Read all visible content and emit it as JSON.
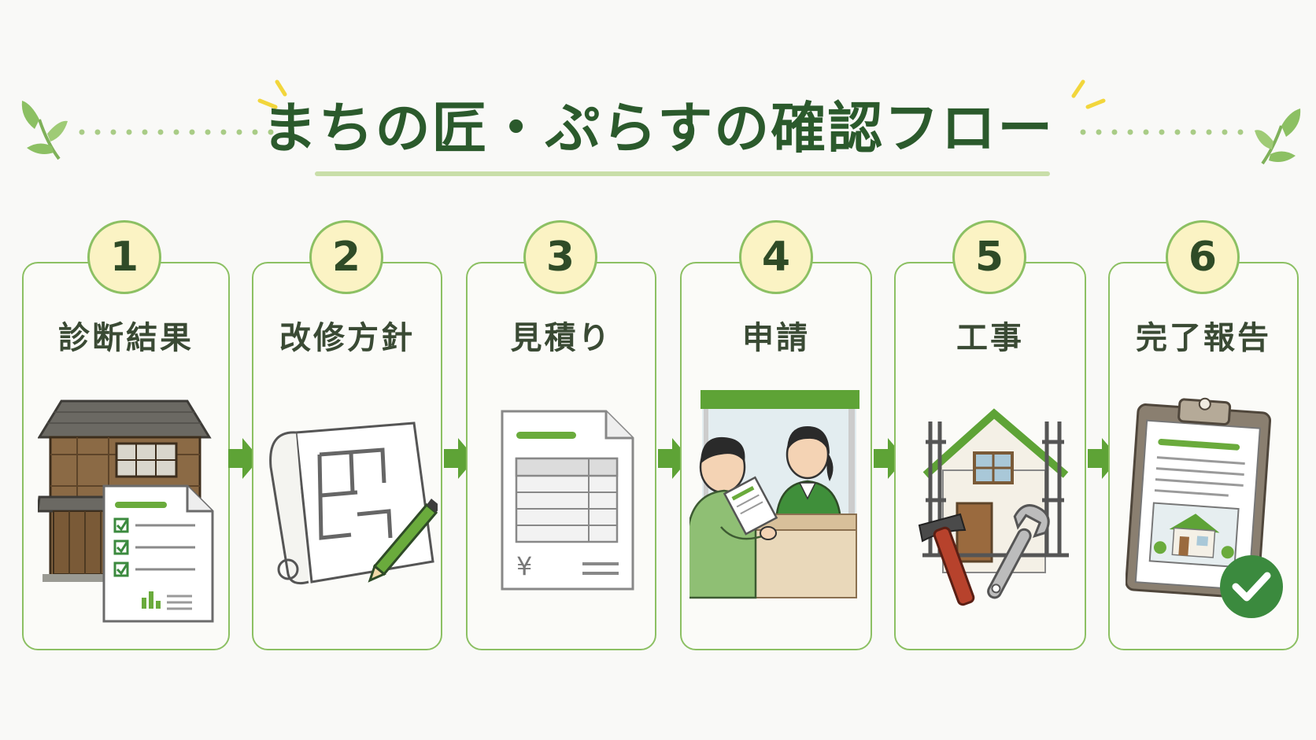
{
  "title": "まちの匠・ぷらすの確認フロー",
  "colors": {
    "accent_green": "#6aab3c",
    "dark_green": "#2b5a2c",
    "card_border": "#8cc063",
    "number_circle_fill": "#fbf3c4",
    "check_green": "#3b8a3e"
  },
  "steps": [
    {
      "number": "1",
      "label": "診断結果",
      "icon": "house-with-report-icon"
    },
    {
      "number": "2",
      "label": "改修方針",
      "icon": "blueprint-pencil-icon"
    },
    {
      "number": "3",
      "label": "見積り",
      "icon": "estimate-document-icon"
    },
    {
      "number": "4",
      "label": "申請",
      "icon": "application-counter-icon"
    },
    {
      "number": "5",
      "label": "工事",
      "icon": "construction-tools-icon"
    },
    {
      "number": "6",
      "label": "完了報告",
      "icon": "completion-clipboard-icon"
    }
  ],
  "estimate_currency_symbol": "¥",
  "connector_icon": "right-arrow-icon"
}
